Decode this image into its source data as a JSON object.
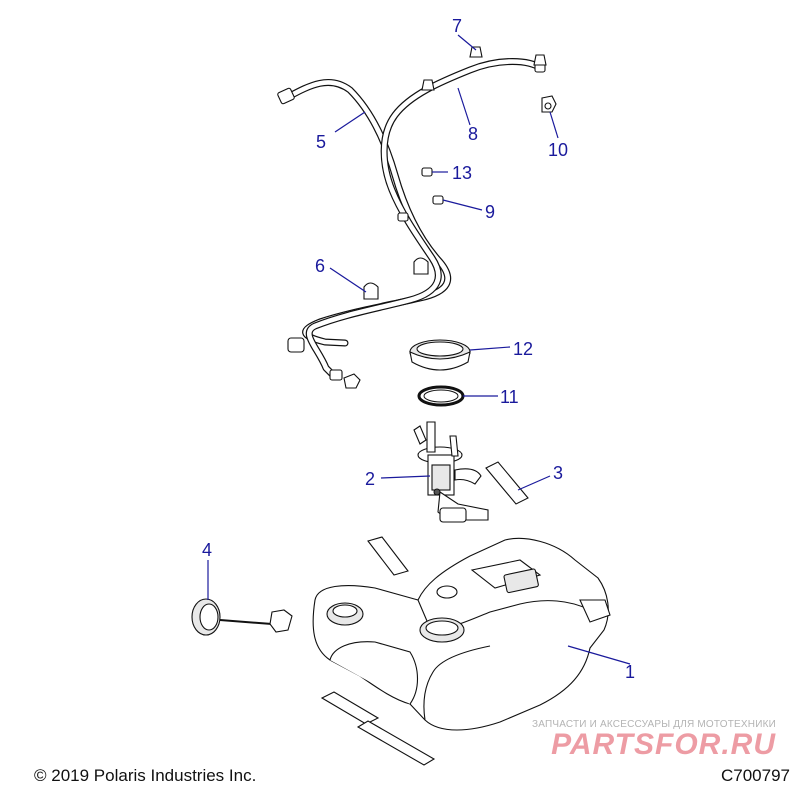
{
  "callouts": [
    {
      "id": "1",
      "label": "1"
    },
    {
      "id": "2",
      "label": "2"
    },
    {
      "id": "3",
      "label": "3"
    },
    {
      "id": "4",
      "label": "4"
    },
    {
      "id": "5",
      "label": "5"
    },
    {
      "id": "6",
      "label": "6"
    },
    {
      "id": "7",
      "label": "7"
    },
    {
      "id": "8",
      "label": "8"
    },
    {
      "id": "9",
      "label": "9"
    },
    {
      "id": "10",
      "label": "10"
    },
    {
      "id": "11",
      "label": "11"
    },
    {
      "id": "12",
      "label": "12"
    },
    {
      "id": "13",
      "label": "13"
    }
  ],
  "footer": {
    "copyright": "© 2019 Polaris Industries Inc.",
    "drawing_code": "C700797"
  },
  "watermark": {
    "tagline": "ЗАПЧАСТИ И АКСЕССУАРЫ ДЛЯ МОТОТЕХНИКИ",
    "logo": "PARTSFOR.RU"
  },
  "colors": {
    "callout": "#1a1a9c",
    "line_art": "#111111",
    "watermark_logo": "#e87b86"
  }
}
